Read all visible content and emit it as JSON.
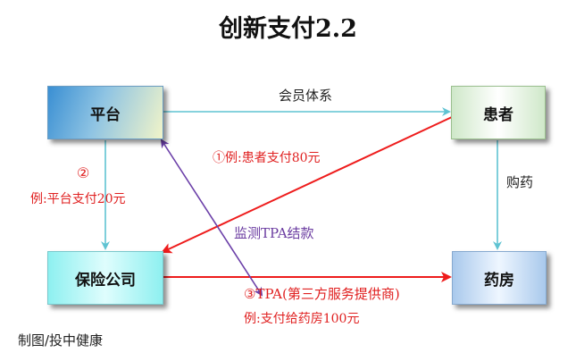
{
  "title": "创新支付2.2",
  "nodes": {
    "platform": "平台",
    "patient": "患者",
    "insurer": "保险公司",
    "pharmacy": "药房"
  },
  "edge_labels": {
    "membership": "会员体系",
    "patient_pays": "①例:患者支付80元",
    "step2_marker": "②",
    "platform_pays": "例:平台支付20元",
    "buy_medicine": "购药",
    "monitor_tpa": "监测TPA结款",
    "tpa": "③TPA(第三方服务提供商)",
    "pay_pharmacy": "例:支付给药房100元"
  },
  "credit": "制图/投中健康",
  "colors": {
    "teal_arrow": "#5fc3d2",
    "red_arrow": "#ee1c1c",
    "purple_arrow": "#6b3fa8"
  }
}
